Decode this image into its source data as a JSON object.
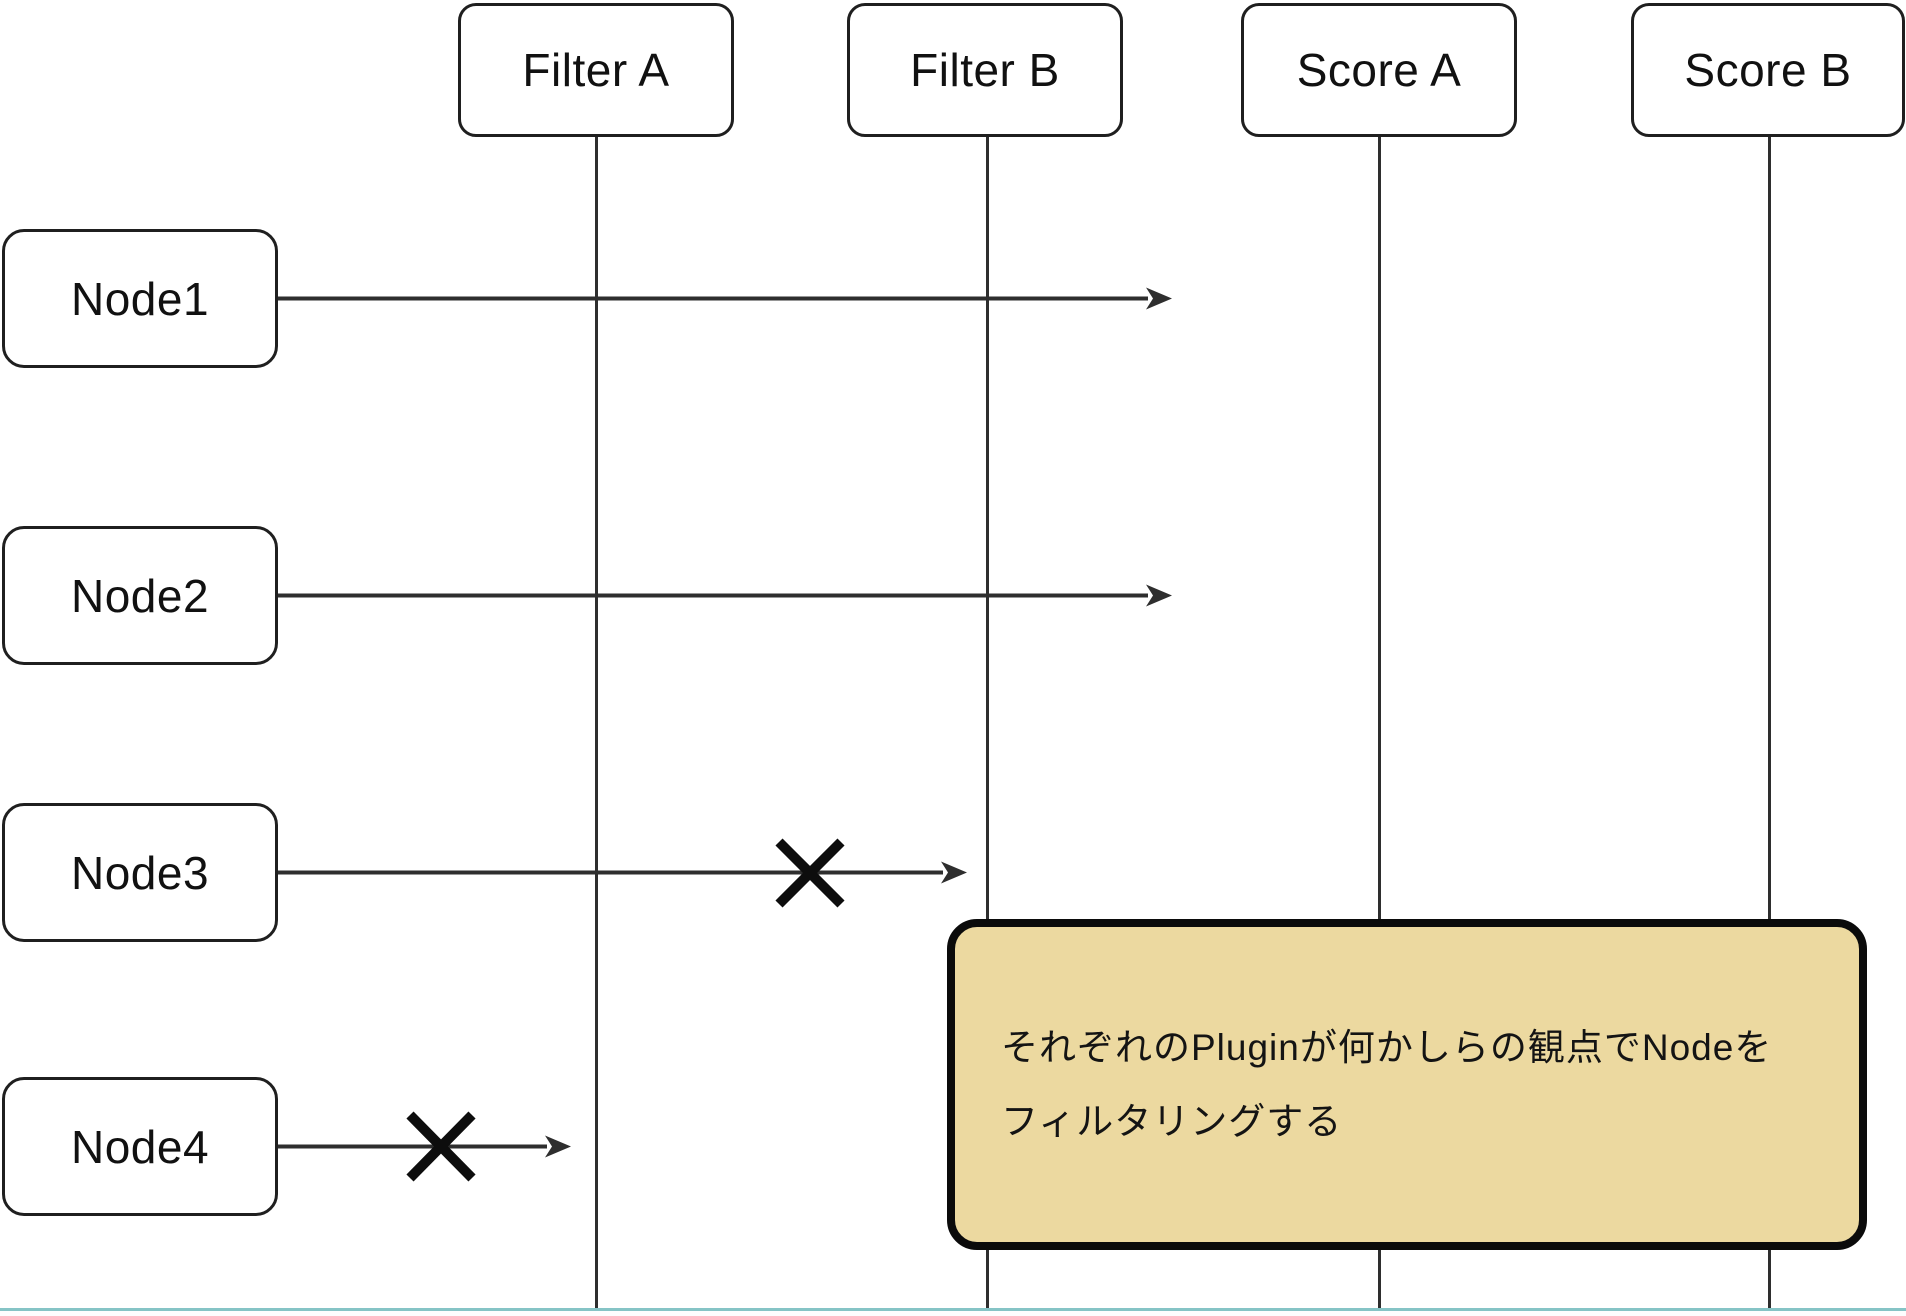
{
  "lanes": [
    {
      "label": "Filter A"
    },
    {
      "label": "Filter B"
    },
    {
      "label": "Score A"
    },
    {
      "label": "Score B"
    }
  ],
  "nodes": [
    {
      "label": "Node1"
    },
    {
      "label": "Node2"
    },
    {
      "label": "Node3"
    },
    {
      "label": "Node4"
    }
  ],
  "arrows": [
    {
      "from": "Node1",
      "blocked": false,
      "passes": [
        "Filter A",
        "Filter B"
      ]
    },
    {
      "from": "Node2",
      "blocked": false,
      "passes": [
        "Filter A",
        "Filter B"
      ]
    },
    {
      "from": "Node3",
      "blocked": true,
      "blocked_before": "Filter B"
    },
    {
      "from": "Node4",
      "blocked": true,
      "blocked_before": "Filter A"
    }
  ],
  "note": {
    "line1": "それぞれのPluginが何かしらの観点でNodeを",
    "line2": "フィルタリングする"
  },
  "colors": {
    "note_fill": "#ecd9a0",
    "note_border": "#0b0b0b",
    "diagram_line": "#2e2e2e",
    "bottom_rule": "#85c4c6"
  }
}
